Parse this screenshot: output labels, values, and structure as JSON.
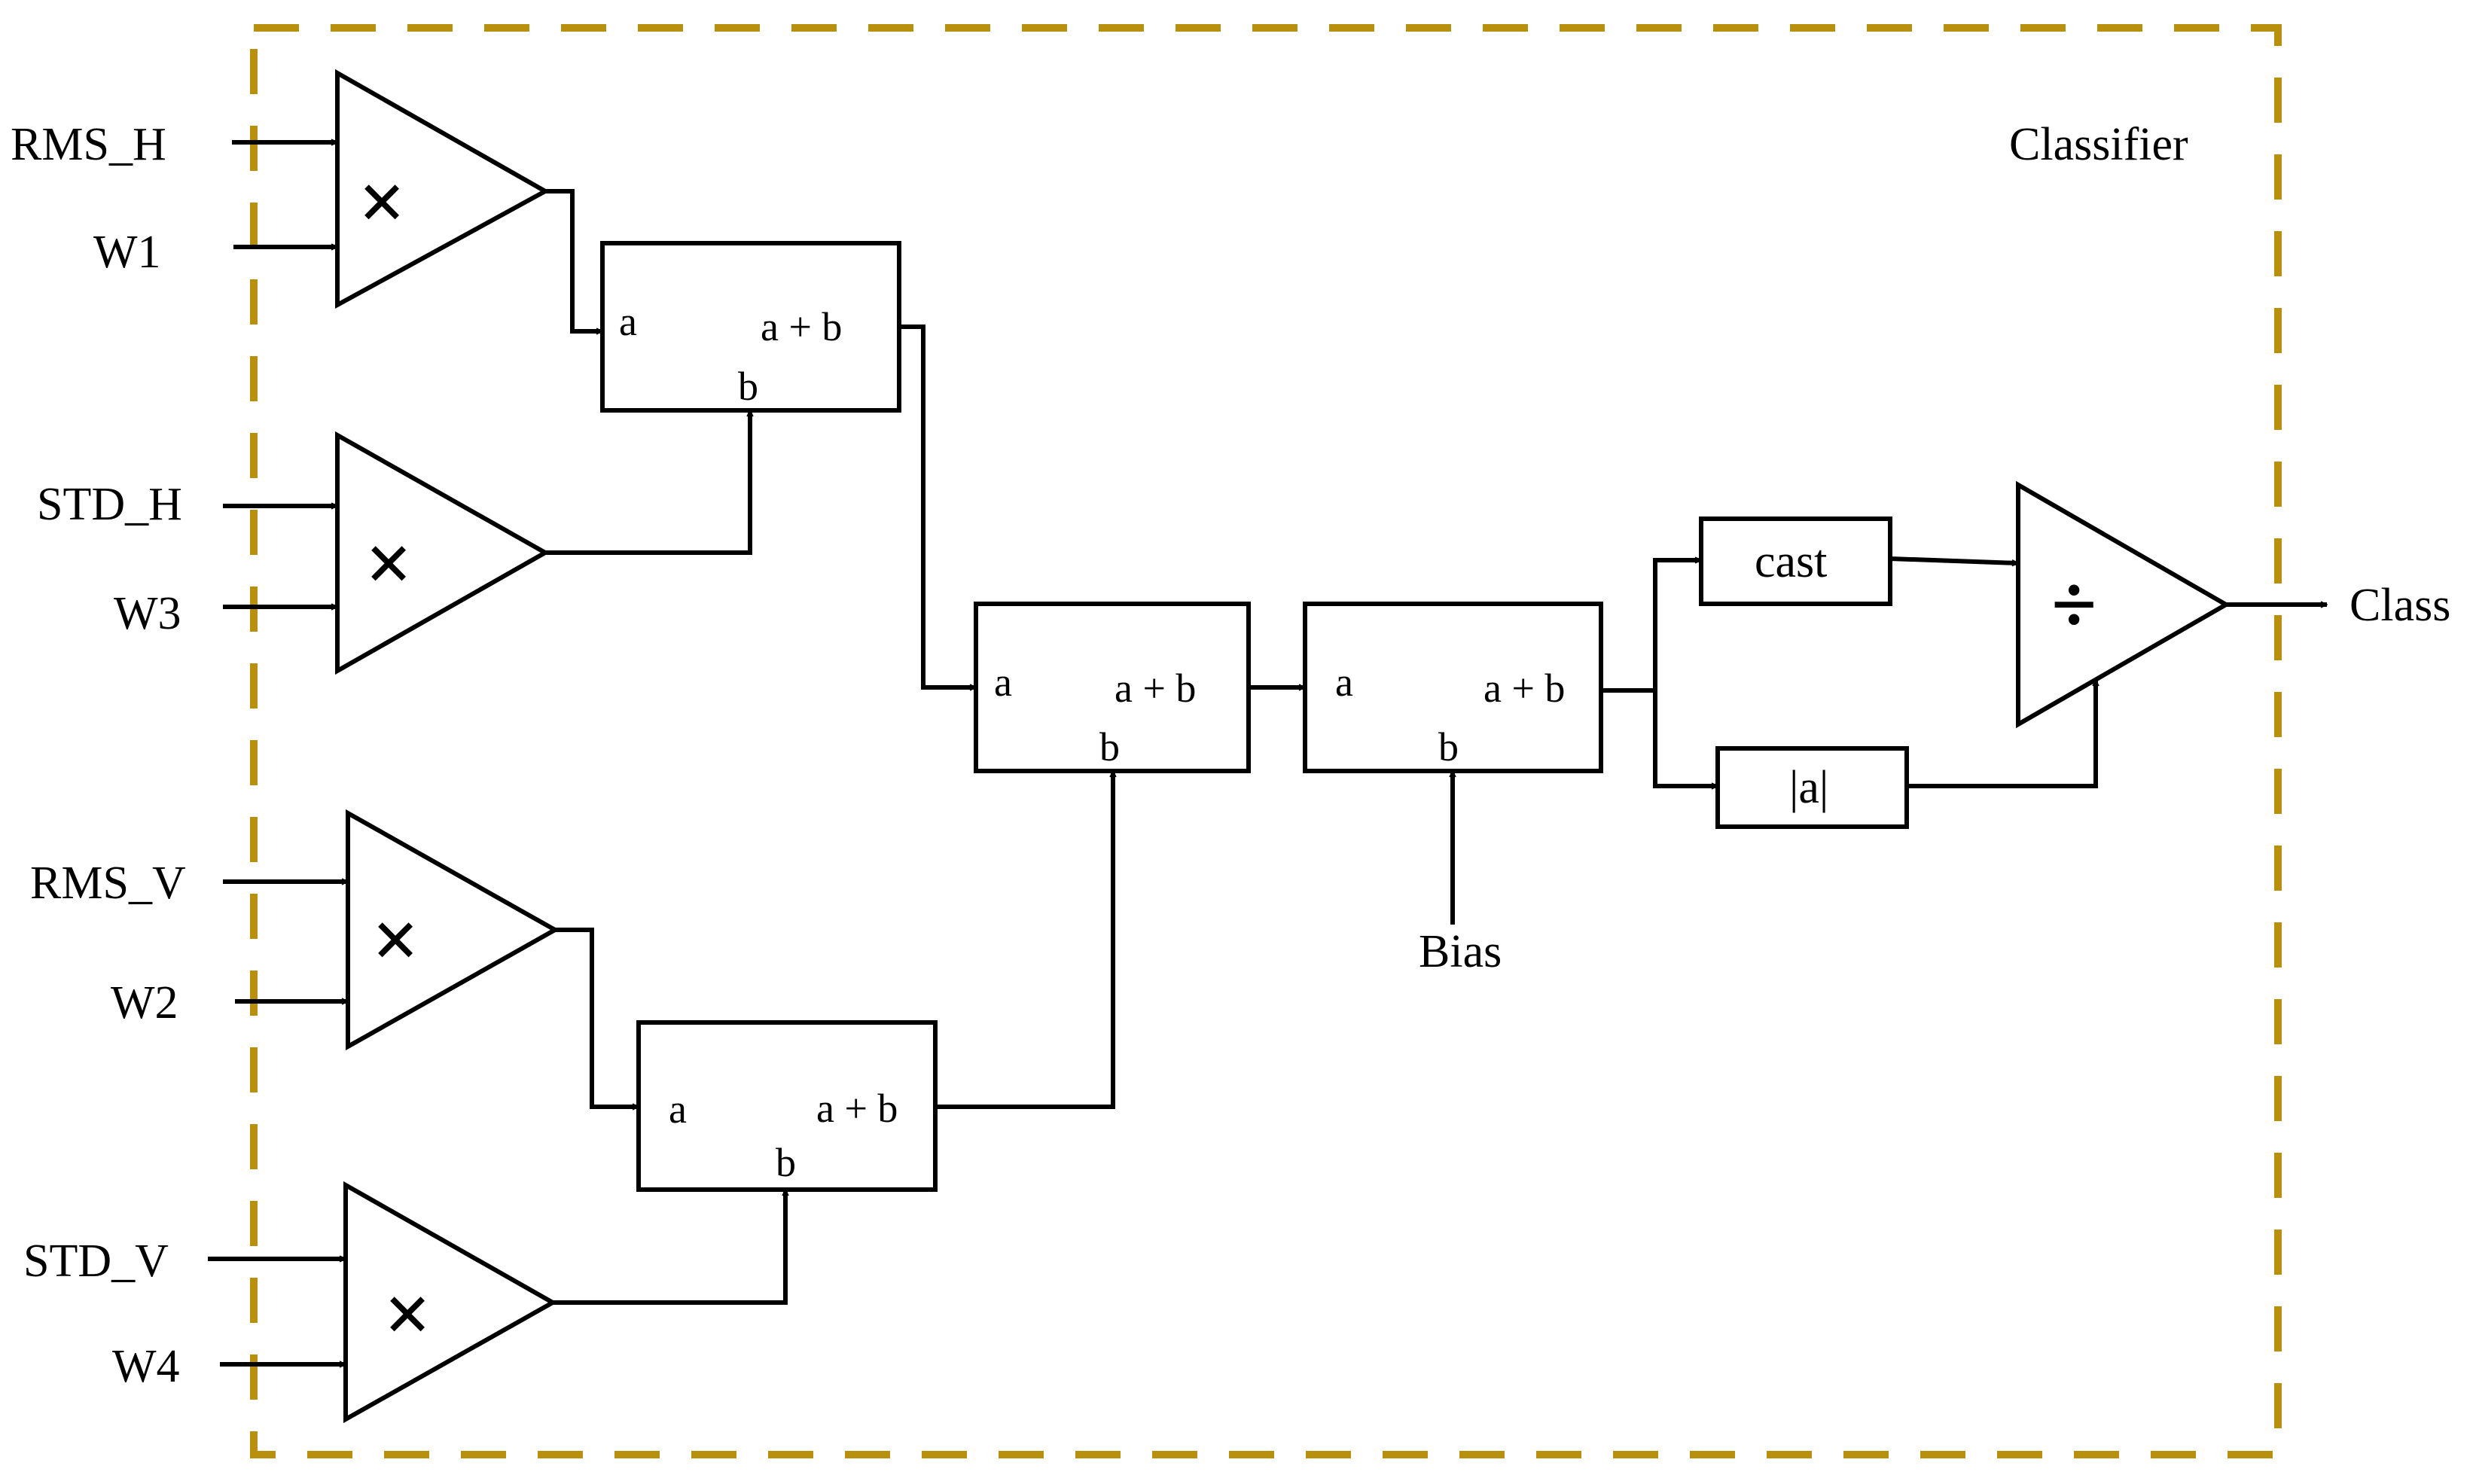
{
  "container": {
    "title": "Classifier",
    "frame_color": "#B8900D"
  },
  "inputs": {
    "rms_h": "RMS_H",
    "w1": "W1",
    "std_h": "STD_H",
    "w3": "W3",
    "rms_v": "RMS_V",
    "w2": "W2",
    "std_v": "STD_V",
    "w4": "W4",
    "bias": "Bias"
  },
  "multipliers": {
    "symbol": "×"
  },
  "adders": {
    "port_a": "a",
    "port_b": "b",
    "output": "a + b"
  },
  "blocks": {
    "cast": "cast",
    "abs": "|a|"
  },
  "divider": {
    "symbol": "÷"
  },
  "output": "Class"
}
